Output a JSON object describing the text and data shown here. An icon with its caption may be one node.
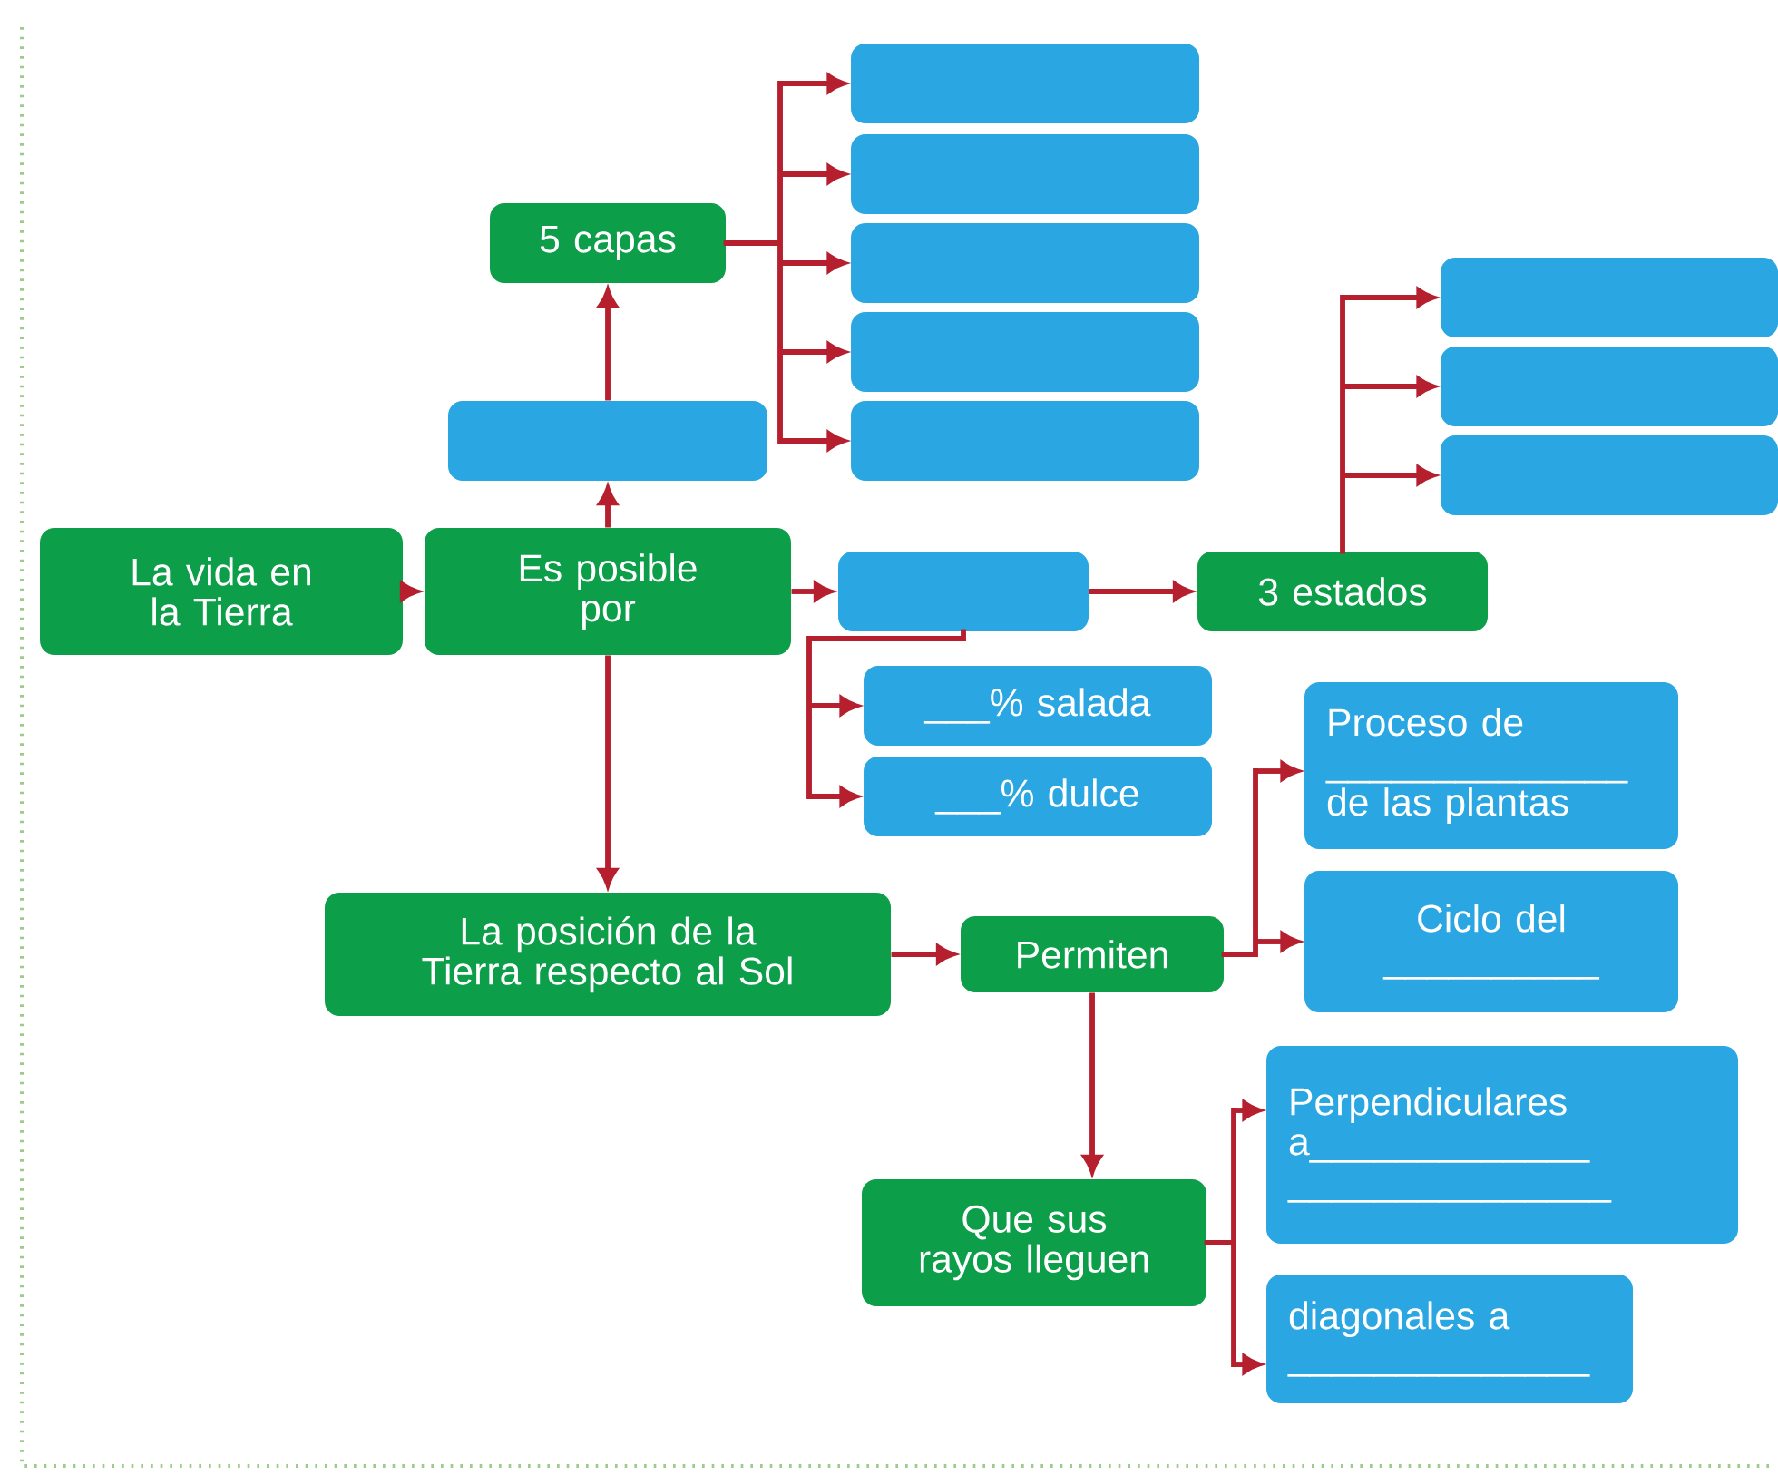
{
  "diagram": {
    "nodes": [
      {
        "text": [
          "La vida en la Tierra"
        ]
      },
      {
        "text": [
          "Es posible por"
        ]
      },
      {
        "text": [],
        "shape": "box"
      },
      {
        "text": [
          "5 capas"
        ]
      },
      {
        "text": [],
        "shape": "box"
      },
      {
        "text": [],
        "shape": "box"
      },
      {
        "text": [],
        "shape": "box"
      },
      {
        "text": [],
        "shape": "box"
      },
      {
        "text": [],
        "shape": "box"
      },
      {
        "text": [],
        "shape": "box"
      },
      {
        "text": [
          "3 estados"
        ]
      },
      {
        "text": [],
        "shape": "box"
      },
      {
        "text": [],
        "shape": "box"
      },
      {
        "text": [],
        "shape": "box"
      },
      {
        "text": [
          "___% salada"
        ]
      },
      {
        "text": [
          "___% dulce"
        ]
      },
      {
        "text": [
          "La posición de la Tierra respecto al Sol"
        ]
      },
      {
        "text": [
          "Permiten"
        ]
      },
      {
        "text": [
          "Proceso de ______________ de las plantas"
        ]
      },
      {
        "text": [
          "Ciclo del __________"
        ]
      },
      {
        "text": [
          "Que sus rayos lleguen"
        ]
      },
      {
        "text": [
          "Perpendiculares a_____________ _______________"
        ]
      },
      {
        "text": [
          "diagonales a ______________"
        ]
      }
    ],
    "edges": [
      {
        "from": 0,
        "to": 1,
        "arrow": "to"
      },
      {
        "from": 1,
        "to": 2,
        "arrow": "to"
      },
      {
        "from": 2,
        "to": 3,
        "arrow": "to"
      },
      {
        "from": 3,
        "to": 4,
        "arrow": "to"
      },
      {
        "from": 3,
        "to": 5,
        "arrow": "to"
      },
      {
        "from": 3,
        "to": 6,
        "arrow": "to"
      },
      {
        "from": 3,
        "to": 7,
        "arrow": "to"
      },
      {
        "from": 3,
        "to": 8,
        "arrow": "to"
      },
      {
        "from": 1,
        "to": 9,
        "arrow": "to"
      },
      {
        "from": 9,
        "to": 10,
        "arrow": "to"
      },
      {
        "from": 10,
        "to": 11,
        "arrow": "to"
      },
      {
        "from": 10,
        "to": 12,
        "arrow": "to"
      },
      {
        "from": 10,
        "to": 13,
        "arrow": "to"
      },
      {
        "from": 9,
        "to": 14,
        "arrow": "to"
      },
      {
        "from": 9,
        "to": 15,
        "arrow": "to"
      },
      {
        "from": 1,
        "to": 16,
        "arrow": "to"
      },
      {
        "from": 16,
        "to": 17,
        "arrow": "to"
      },
      {
        "from": 17,
        "to": 18,
        "arrow": "to"
      },
      {
        "from": 17,
        "to": 19,
        "arrow": "to"
      },
      {
        "from": 17,
        "to": 20,
        "arrow": "to"
      },
      {
        "from": 20,
        "to": 21,
        "arrow": "to"
      },
      {
        "from": 20,
        "to": 22,
        "arrow": "to"
      }
    ]
  }
}
